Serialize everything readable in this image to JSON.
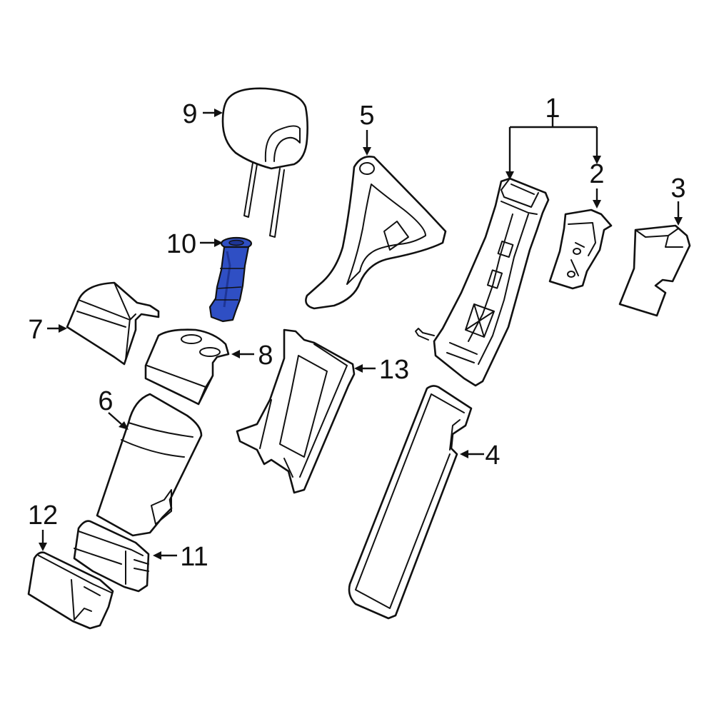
{
  "callouts": {
    "c1": "1",
    "c2": "2",
    "c3": "3",
    "c4": "4",
    "c5": "5",
    "c6": "6",
    "c7": "7",
    "c8": "8",
    "c9": "9",
    "c10": "10",
    "c11": "11",
    "c12": "12",
    "c13": "13"
  },
  "colors": {
    "highlight_part": "#2f4fc4",
    "highlight_shade": "#1e3596",
    "line": "#111111",
    "background": "#ffffff"
  },
  "highlighted_part": "10"
}
